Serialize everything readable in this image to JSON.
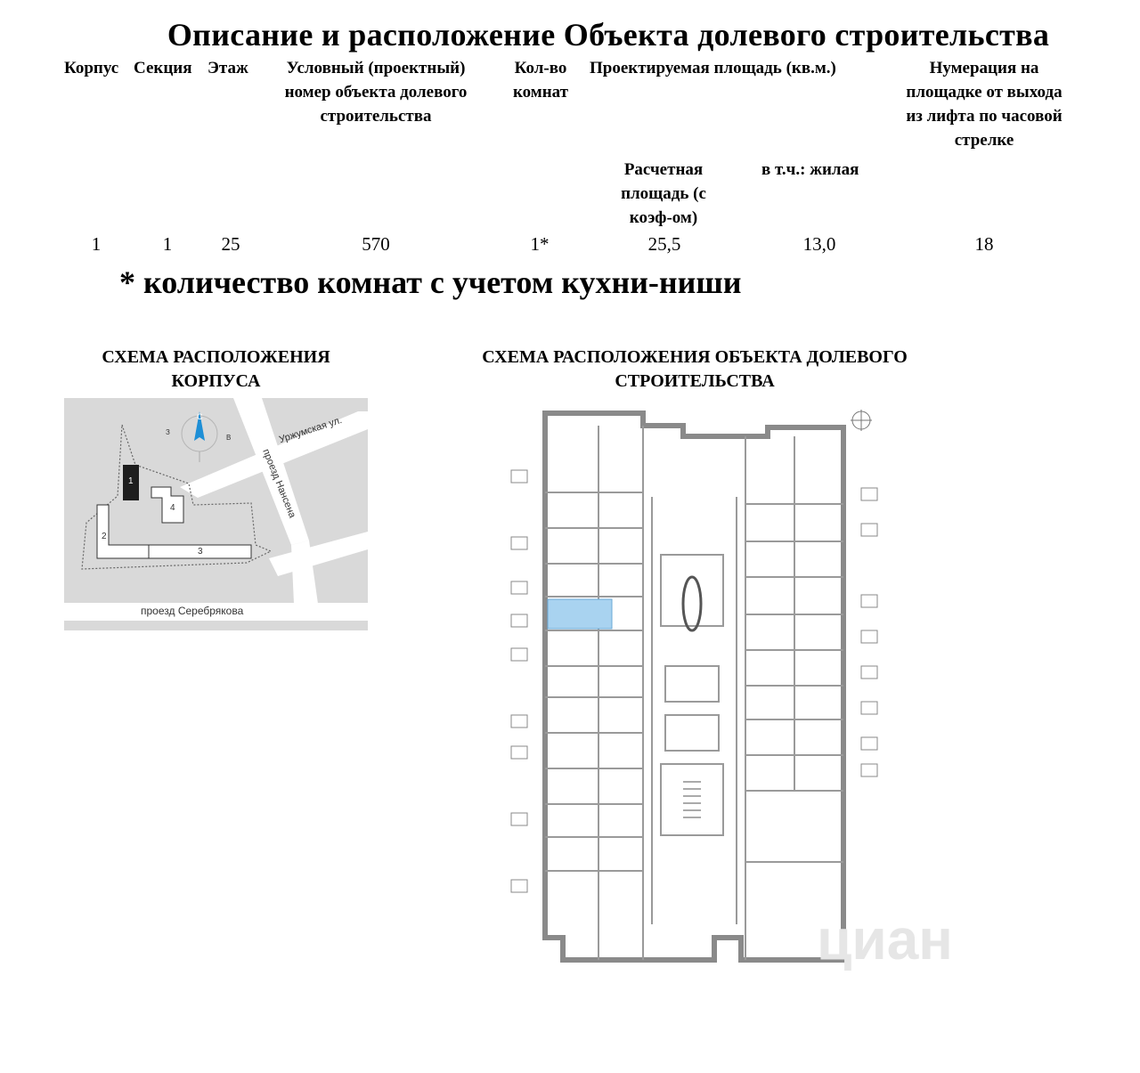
{
  "title": "Описание и расположение Объекта долевого строительства",
  "table": {
    "headers": {
      "korpus": "Корпус",
      "sekciya": "Секция",
      "etazh": "Этаж",
      "nomer_l1": "Условный (проектный)",
      "nomer_l2": "номер объекта долевого",
      "nomer_l3": "строительства",
      "komnat_l1": "Кол-во",
      "komnat_l2": "комнат",
      "ploshad": "Проектируемая площадь (кв.м.)",
      "numeraciya_l1": "Нумерация на",
      "numeraciya_l2": "площадке от выхода",
      "numeraciya_l3": "из лифта по часовой",
      "numeraciya_l4": "стрелке",
      "raschet_l1": "Расчетная",
      "raschet_l2": "площадь (с",
      "raschet_l3": "коэф-ом)",
      "zhilaya": "в т.ч.: жилая"
    },
    "row": {
      "korpus": "1",
      "sekciya": "1",
      "etazh": "25",
      "nomer": "570",
      "komnat": "1*",
      "raschet": "25,5",
      "zhilaya": "13,0",
      "numeraciya": "18"
    }
  },
  "footnote": "* количество комнат с учетом кухни-ниши",
  "scheme_korpus": {
    "title_l1": "СХЕМА РАСПОЛОЖЕНИЯ",
    "title_l2": "КОРПУСА",
    "street_1": "Уржумская ул.",
    "street_2": "проезд Нансена",
    "street_3": "проезд Серебрякова",
    "building_1": "1",
    "building_2": "2",
    "building_3": "3",
    "building_4": "4",
    "compass_n": "С",
    "compass_w": "З",
    "compass_e": "В"
  },
  "scheme_object": {
    "title_l1": "СХЕМА РАСПОЛОЖЕНИЯ ОБЪЕКТА ДОЛЕВОГО",
    "title_l2": "СТРОИТЕЛЬСТВА",
    "highlight_color": "#a9d3f0",
    "watermark": "циан"
  },
  "colors": {
    "map_bg": "#d9d9d9",
    "road": "#ffffff",
    "building_dark": "#1e1e1e",
    "compass_blue": "#1e8fd6",
    "wall": "#9a9a9a"
  }
}
